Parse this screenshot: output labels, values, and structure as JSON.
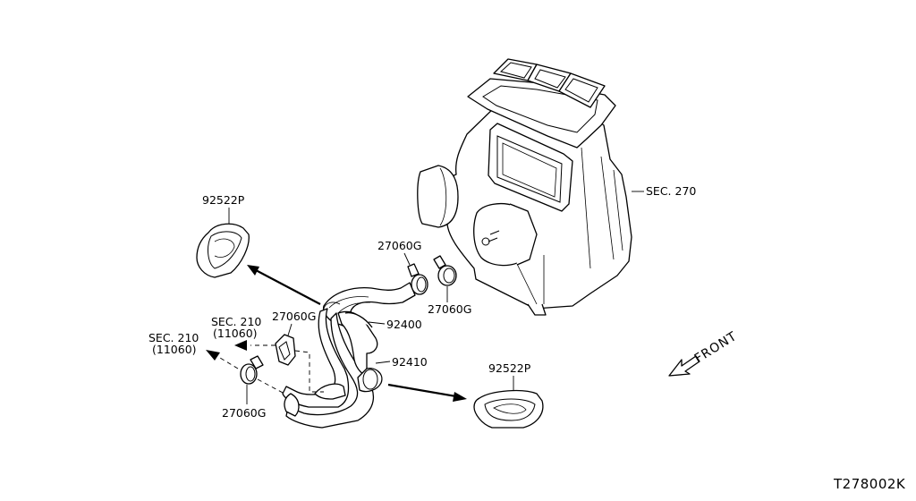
{
  "labels": {
    "grommet_upper": "92522P",
    "grommet_lower": "92522P",
    "clamp_upper_left": "27060G",
    "clamp_upper_right": "27060G",
    "clamp_mid": "27060G",
    "clamp_lower": "27060G",
    "hose_upper": "92400",
    "hose_lower": "92410",
    "sec_heater": "SEC. 270",
    "sec_engine_upper_line1": "SEC. 210",
    "sec_engine_upper_line2": "(11060)",
    "sec_engine_lower_line1": "SEC. 210",
    "sec_engine_lower_line2": "(11060)",
    "front": "FRONT",
    "diagram_ref": "T278002K"
  }
}
